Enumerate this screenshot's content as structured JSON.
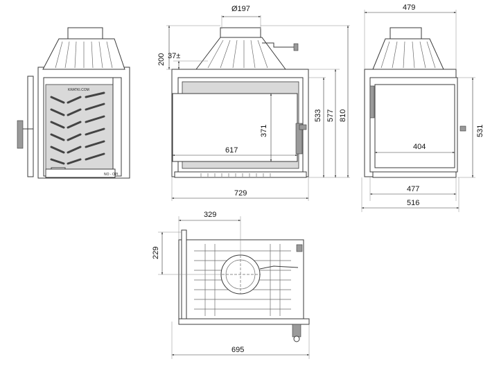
{
  "views": {
    "front_view": {
      "labels": {
        "flue_diameter": "Ø197",
        "width_total": "729",
        "glass_width": "617",
        "glass_height": "371",
        "height_533": "533",
        "height_577": "577",
        "height_810": "810",
        "spigot_height": "200",
        "spigot_offset": "37±"
      }
    },
    "left_view": {
      "labels": {
        "control_text": "NO - OPI",
        "brand_text": "KRATKI.COM"
      }
    },
    "side_view": {
      "labels": {
        "depth_top": "479",
        "glass_width": "404",
        "height_531": "531",
        "depth_477": "477",
        "depth_516": "516"
      }
    },
    "top_view": {
      "labels": {
        "offset_329": "329",
        "offset_229": "229",
        "width_695": "695"
      }
    }
  }
}
